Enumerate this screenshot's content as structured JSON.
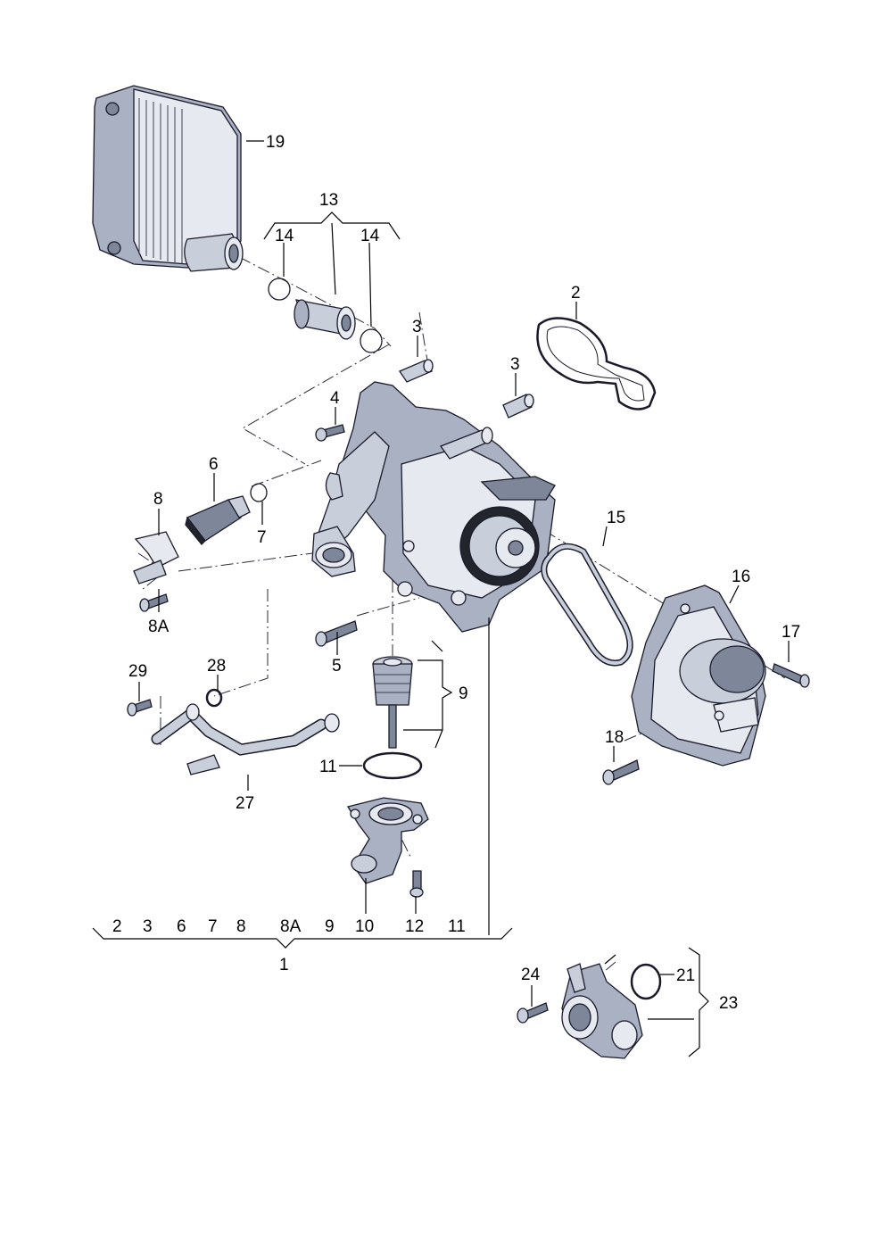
{
  "callouts": [
    {
      "id": "c19",
      "text": "19"
    },
    {
      "id": "c13",
      "text": "13"
    },
    {
      "id": "c14a",
      "text": "14"
    },
    {
      "id": "c14b",
      "text": "14"
    },
    {
      "id": "c2",
      "text": "2"
    },
    {
      "id": "c3a",
      "text": "3"
    },
    {
      "id": "c3b",
      "text": "3"
    },
    {
      "id": "c4",
      "text": "4"
    },
    {
      "id": "c6",
      "text": "6"
    },
    {
      "id": "c7",
      "text": "7"
    },
    {
      "id": "c8",
      "text": "8"
    },
    {
      "id": "c8A",
      "text": "8A"
    },
    {
      "id": "c15",
      "text": "15"
    },
    {
      "id": "c16",
      "text": "16"
    },
    {
      "id": "c17",
      "text": "17"
    },
    {
      "id": "c5",
      "text": "5"
    },
    {
      "id": "c29",
      "text": "29"
    },
    {
      "id": "c28",
      "text": "28"
    },
    {
      "id": "c9",
      "text": "9"
    },
    {
      "id": "c18",
      "text": "18"
    },
    {
      "id": "c11",
      "text": "11"
    },
    {
      "id": "c27",
      "text": "27"
    },
    {
      "id": "c10",
      "text": "10"
    },
    {
      "id": "c12",
      "text": "12"
    },
    {
      "id": "c24",
      "text": "24"
    },
    {
      "id": "c21",
      "text": "21"
    },
    {
      "id": "c23",
      "text": "23"
    }
  ],
  "assembly_1": {
    "label": "1",
    "members": [
      "2",
      "3",
      "6",
      "7",
      "8",
      "8A",
      "9",
      "10",
      "12",
      "11"
    ]
  }
}
